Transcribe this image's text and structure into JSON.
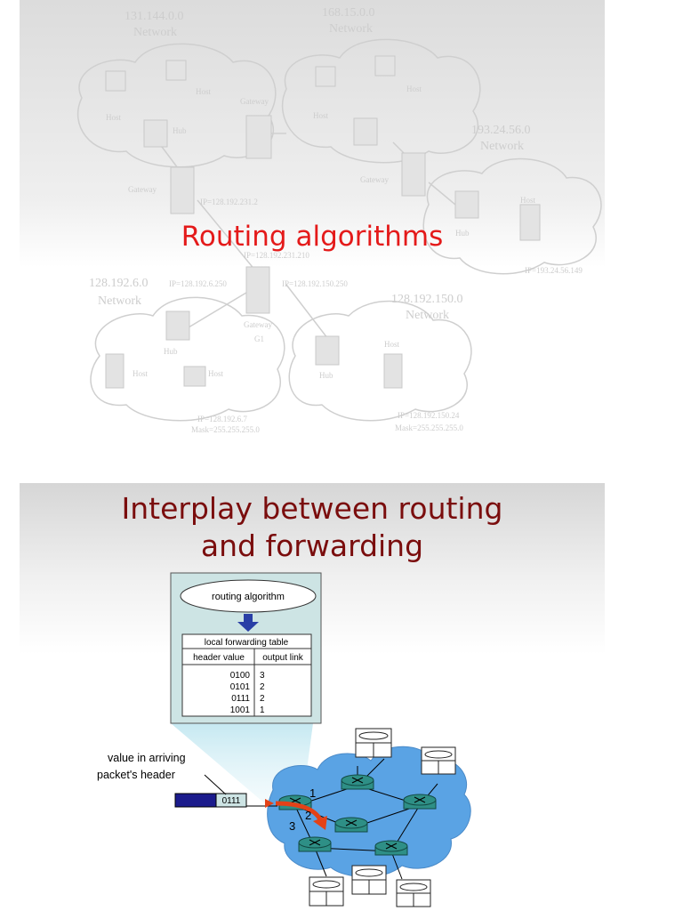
{
  "slide1": {
    "title": "Routing algorithms",
    "networks": [
      {
        "address": "131.144.0.0",
        "label": "Network"
      },
      {
        "address": "168.15.0.0",
        "label": "Network"
      },
      {
        "address": "193.24.56.0",
        "label": "Network"
      },
      {
        "address": "128.192.6.0",
        "label": "Network"
      },
      {
        "address": "128.192.150.0",
        "label": "Network"
      }
    ],
    "device_labels": {
      "host": "Host",
      "hub": "Hub",
      "gateway": "Gateway",
      "gateway_g1": "G1"
    },
    "ip_labels": [
      "IP=128.192.231.2",
      "IP=128.192.231.210",
      "IP=128.192.6.250",
      "IP=128.192.150.250",
      "IP=193.24.56.149"
    ],
    "host_addresses": [
      {
        "ip": "IP=128.192.6.7",
        "mask": "Mask=255.255.255.0"
      },
      {
        "ip": "IP=128.192.150.24",
        "mask": "Mask=255.255.255.0"
      }
    ]
  },
  "slide2": {
    "title_line1": "Interplay between routing",
    "title_line2": "and forwarding",
    "routing_box_label": "routing algorithm",
    "table": {
      "caption": "local forwarding table",
      "headers": [
        "header value",
        "output link"
      ],
      "rows": [
        {
          "header": "0100",
          "link": "3"
        },
        {
          "header": "0101",
          "link": "2"
        },
        {
          "header": "0111",
          "link": "2"
        },
        {
          "header": "1001",
          "link": "1"
        }
      ]
    },
    "arriving_label_line1": "value in arriving",
    "arriving_label_line2": "packet's header",
    "packet_value": "0111",
    "links": [
      "1",
      "2",
      "3"
    ]
  },
  "colors": {
    "slide1_title": "#e41a1a",
    "slide2_title": "#7a0d0d",
    "cloud_fill": "#5aa3e4",
    "router_fill": "#2e8f86",
    "panel_fill": "#cde4e4",
    "packet_fill": "#1b1b8c",
    "arrow_red": "#e34218"
  }
}
